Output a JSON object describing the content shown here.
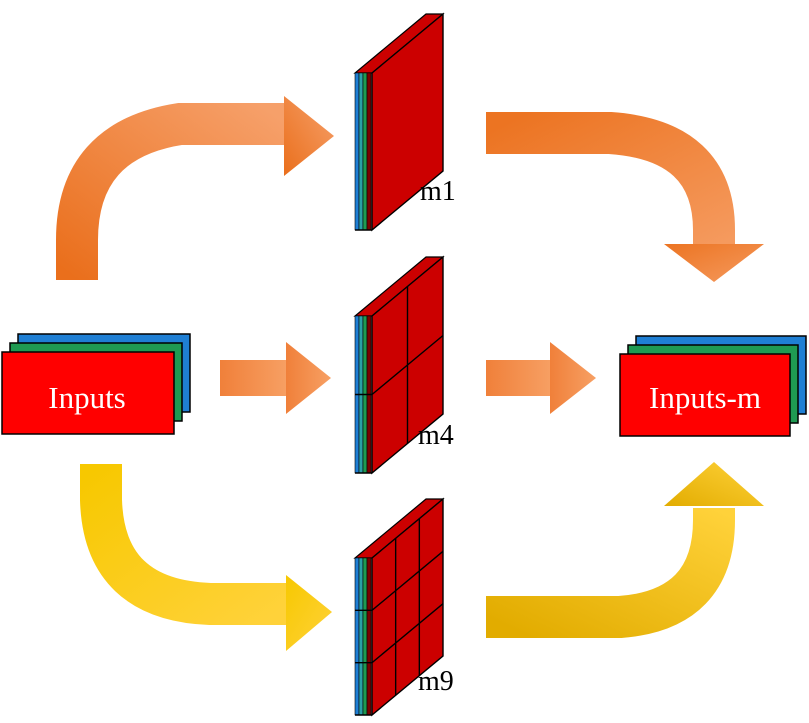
{
  "nodes": {
    "input": {
      "label": "Inputs"
    },
    "output": {
      "label": "Inputs-m"
    }
  },
  "masks": [
    {
      "id": "m1",
      "label": "m1",
      "grid": 1
    },
    {
      "id": "m4",
      "label": "m4",
      "grid": 2
    },
    {
      "id": "m9",
      "label": "m9",
      "grid": 3
    }
  ],
  "colors": {
    "card_red": "#ff0000",
    "card_green": "#1f9a52",
    "card_blue": "#1f7fd4",
    "mask_face": "#cc0000",
    "mask_edge": "#7a0000",
    "arrow_orange_dark": "#ec7422",
    "arrow_orange_light": "#f59a5e",
    "arrow_yellow_dark": "#e7b400",
    "arrow_yellow_light": "#ffd234",
    "label_text": "#ffffff"
  }
}
